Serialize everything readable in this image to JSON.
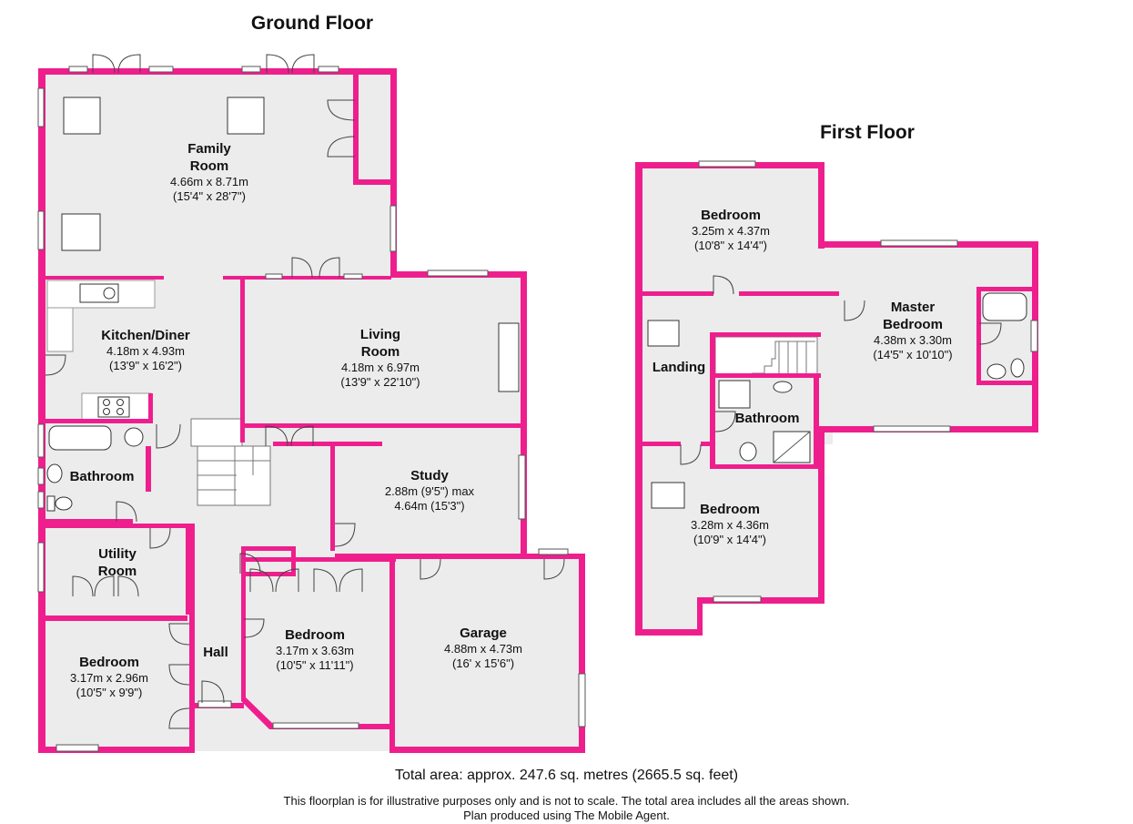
{
  "ground_floor": {
    "title": "Ground Floor",
    "rooms": {
      "family": {
        "name_lines": [
          "Family",
          "Room"
        ],
        "dims": [
          "4.66m x 8.71m",
          "(15'4\" x 28'7\")"
        ]
      },
      "kitchen": {
        "name_lines": [
          "Kitchen/Diner"
        ],
        "dims": [
          "4.18m x 4.93m",
          "(13'9\" x 16'2\")"
        ]
      },
      "living": {
        "name_lines": [
          "Living",
          "Room"
        ],
        "dims": [
          "4.18m x 6.97m",
          "(13'9\" x 22'10\")"
        ]
      },
      "bathroom": {
        "name_lines": [
          "Bathroom"
        ],
        "dims": []
      },
      "study": {
        "name_lines": [
          "Study"
        ],
        "dims": [
          "2.88m (9'5\") max",
          "4.64m (15'3\")"
        ]
      },
      "utility": {
        "name_lines": [
          "Utility",
          "Room"
        ],
        "dims": []
      },
      "hall": {
        "name_lines": [
          "Hall"
        ],
        "dims": []
      },
      "bedroom_left": {
        "name_lines": [
          "Bedroom"
        ],
        "dims": [
          "3.17m x 2.96m",
          "(10'5\" x 9'9\")"
        ]
      },
      "bedroom_mid": {
        "name_lines": [
          "Bedroom"
        ],
        "dims": [
          "3.17m x 3.63m",
          "(10'5\" x 11'11\")"
        ]
      },
      "garage": {
        "name_lines": [
          "Garage"
        ],
        "dims": [
          "4.88m x 4.73m",
          "(16' x 15'6\")"
        ]
      }
    }
  },
  "first_floor": {
    "title": "First Floor",
    "rooms": {
      "bedroom_top": {
        "name_lines": [
          "Bedroom"
        ],
        "dims": [
          "3.25m x 4.37m",
          "(10'8\" x 14'4\")"
        ]
      },
      "master": {
        "name_lines": [
          "Master",
          "Bedroom"
        ],
        "dims": [
          "4.38m x 3.30m",
          "(14'5\" x 10'10\")"
        ]
      },
      "landing": {
        "name_lines": [
          "Landing"
        ],
        "dims": []
      },
      "bathroom": {
        "name_lines": [
          "Bathroom"
        ],
        "dims": []
      },
      "bedroom_bottom": {
        "name_lines": [
          "Bedroom"
        ],
        "dims": [
          "3.28m x 4.36m",
          "(10'9\" x 14'4\")"
        ]
      }
    }
  },
  "colors": {
    "wall": "#ee1f8d",
    "floor": "#ececec"
  },
  "footer": {
    "total_area": "Total area: approx. 247.6 sq. metres (2665.5 sq. feet)",
    "disclaimer": "This floorplan is for illustrative purposes only and is not to scale. The total area includes all the areas shown.",
    "produced": "Plan produced using The Mobile Agent."
  }
}
